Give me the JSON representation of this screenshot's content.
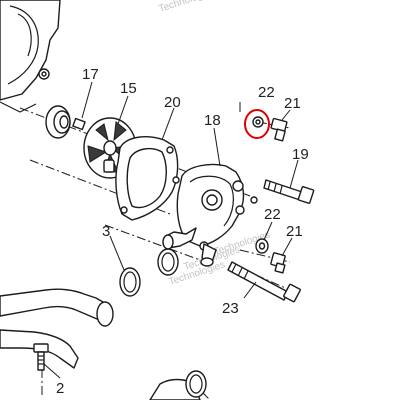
{
  "callouts": {
    "c2": "2",
    "c3": "3",
    "c15": "15",
    "c17": "17",
    "c18": "18",
    "c19": "19",
    "c20": "20",
    "c21a": "21",
    "c21b": "21",
    "c22a": "22",
    "c22b": "22",
    "c23": "23"
  },
  "watermarks": {
    "wm1": "Technologies",
    "wm2": "Technologies",
    "wm3": "Technologies",
    "wm4": "Technologies"
  },
  "highlight": {
    "part": "22",
    "color": "#e00000"
  }
}
